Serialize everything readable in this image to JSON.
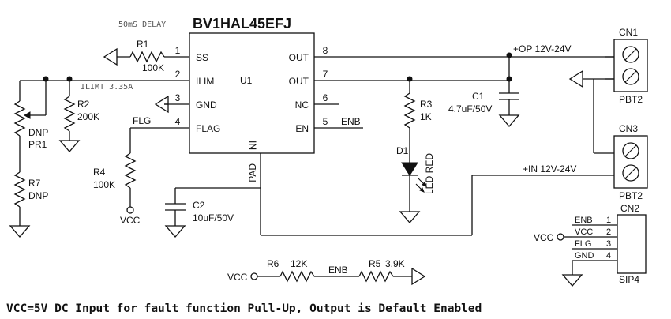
{
  "ic": {
    "part": "BV1HAL45EFJ",
    "ref": "U1",
    "delay_note": "50mS DELAY",
    "ilimit_note": "ILIMT 3.35A",
    "pins": {
      "ss": {
        "num": "1",
        "name": "SS"
      },
      "ilim": {
        "num": "2",
        "name": "ILIM"
      },
      "gnd": {
        "num": "3",
        "name": "GND"
      },
      "flag": {
        "num": "4",
        "name": "FLAG"
      },
      "en": {
        "num": "5",
        "name": "EN"
      },
      "nc": {
        "num": "6",
        "name": "NC"
      },
      "out7": {
        "num": "7",
        "name": "OUT"
      },
      "out8": {
        "num": "8",
        "name": "OUT"
      },
      "in": {
        "name": "IN"
      },
      "pad": {
        "name": "PAD"
      }
    }
  },
  "components": {
    "r1": {
      "ref": "R1",
      "value": "100K"
    },
    "r2": {
      "ref": "R2",
      "value": "200K"
    },
    "r3": {
      "ref": "R3",
      "value": "1K"
    },
    "r4": {
      "ref": "R4",
      "value": "100K"
    },
    "r5": {
      "ref": "R5",
      "value": "3.9K"
    },
    "r6": {
      "ref": "R6",
      "value": "12K"
    },
    "r7": {
      "ref": "R7",
      "value": "DNP"
    },
    "pr1": {
      "ref": "PR1",
      "value": "DNP"
    },
    "c1": {
      "ref": "C1",
      "value": "4.7uF/50V"
    },
    "c2": {
      "ref": "C2",
      "value": "10uF/50V"
    },
    "d1": {
      "ref": "D1",
      "value": "LED RED"
    }
  },
  "connectors": {
    "cn1": {
      "ref": "CN1",
      "part": "PBT2"
    },
    "cn3": {
      "ref": "CN3",
      "part": "PBT2"
    },
    "cn2": {
      "ref": "CN2",
      "part": "SIP4",
      "pins": [
        {
          "num": "1",
          "label": "ENB"
        },
        {
          "num": "2",
          "label": "VCC"
        },
        {
          "num": "3",
          "label": "FLG"
        },
        {
          "num": "4",
          "label": "GND"
        }
      ]
    }
  },
  "nets": {
    "output": "+OP 12V-24V",
    "input": "+IN 12V-24V",
    "flg": "FLG",
    "enb": "ENB",
    "enb_divider": "ENB",
    "vcc_r4": "VCC",
    "vcc_cn2": "VCC",
    "vcc_r6": "VCC"
  },
  "footer": "VCC=5V DC Input for fault function Pull-Up, Output is Default Enabled"
}
